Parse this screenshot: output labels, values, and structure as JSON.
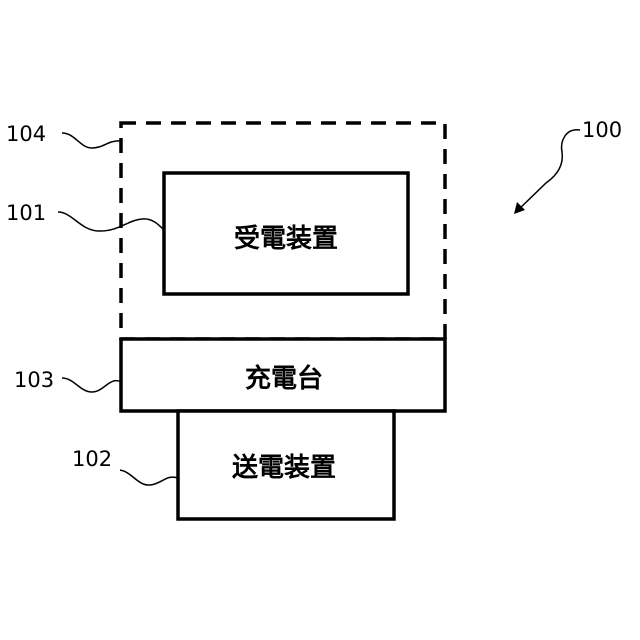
{
  "references": {
    "system": "100",
    "receiver": "101",
    "transmitter": "102",
    "charging_stand": "103",
    "receiver_enclosure": "104"
  },
  "blocks": {
    "receiver": "受電装置",
    "charging_stand": "充電台",
    "transmitter": "送電装置"
  }
}
